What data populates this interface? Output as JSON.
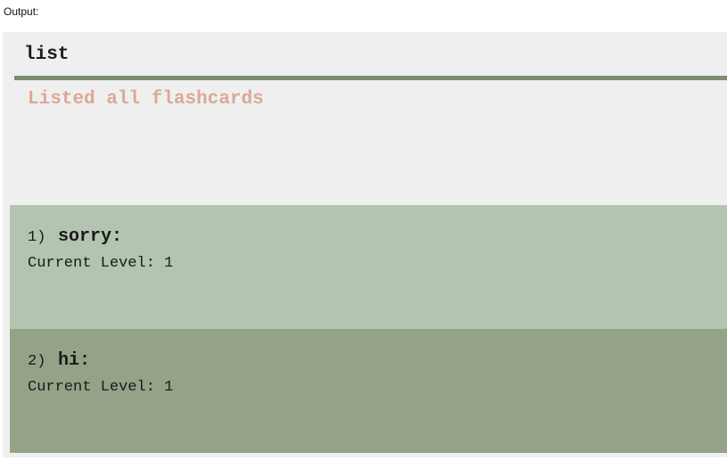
{
  "output_label": "Output:",
  "command": "list",
  "result": "Listed all flashcards",
  "cards": [
    {
      "index": "1)",
      "word": "sorry:",
      "level": "Current Level: 1"
    },
    {
      "index": "2)",
      "word": "hi:",
      "level": "Current Level: 1"
    }
  ],
  "colors": {
    "panel_bg": "#efefef",
    "accent_line": "#7e8c70",
    "result_text": "#dca896",
    "card_1_bg": "#b3c4b0",
    "card_2_bg": "#94a288"
  }
}
